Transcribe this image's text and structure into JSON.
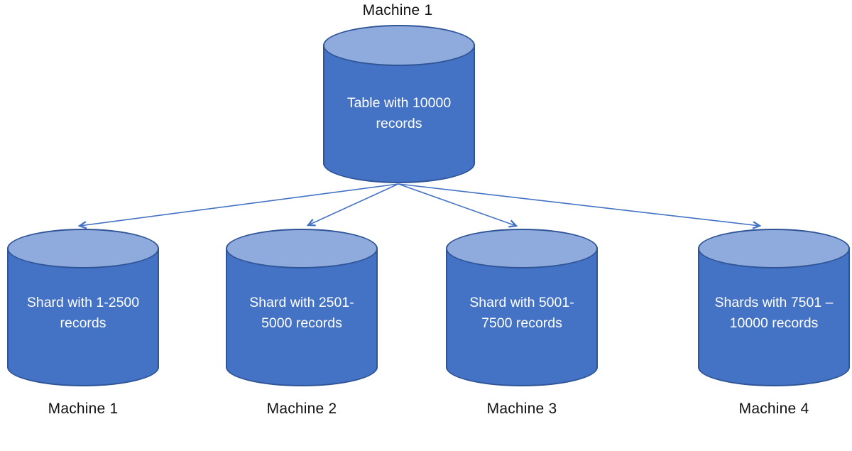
{
  "diagram": {
    "source": {
      "machine_label": "Machine 1",
      "line1": "Table with 10000",
      "line2": "records"
    },
    "shards": [
      {
        "machine_label": "Machine 1",
        "line1": "Shard with 1-2500",
        "line2": "records"
      },
      {
        "machine_label": "Machine 2",
        "line1": "Shard with 2501-",
        "line2": "5000 records"
      },
      {
        "machine_label": "Machine 3",
        "line1": "Shard with 5001-",
        "line2": "7500 records"
      },
      {
        "machine_label": "Machine 4",
        "line1": "Shards with 7501 –",
        "line2": "10000 records"
      }
    ],
    "colors": {
      "cylinder_body": "#4472C4",
      "cylinder_top": "#8FAADC",
      "cylinder_outline": "#2F5597",
      "arrow": "#4472C4",
      "label_text": "#111111",
      "cylinder_text": "#FFFFFF"
    }
  }
}
